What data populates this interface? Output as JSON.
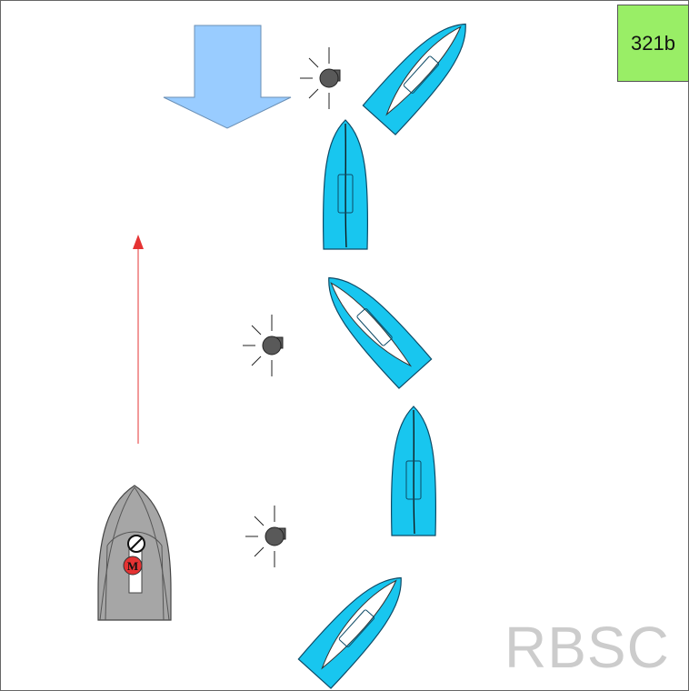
{
  "scenario_label": "321b",
  "watermark": "RBSC",
  "motor_vessel_symbol": "M",
  "colors": {
    "sailboat_fill": "#18c6ef",
    "motorboat_fill": "#a6a6a6",
    "wind_arrow_fill": "#99ccff",
    "course_arrow": "#e53333",
    "badge_fill": "#99ee66",
    "whistle_fill": "#595959"
  },
  "icons": [
    "wind-arrow-icon",
    "course-arrow-icon",
    "whistle-icon",
    "sailboat-icon",
    "motorboat-icon"
  ],
  "sailboat_count": 5,
  "whistle_signal_count": 3
}
